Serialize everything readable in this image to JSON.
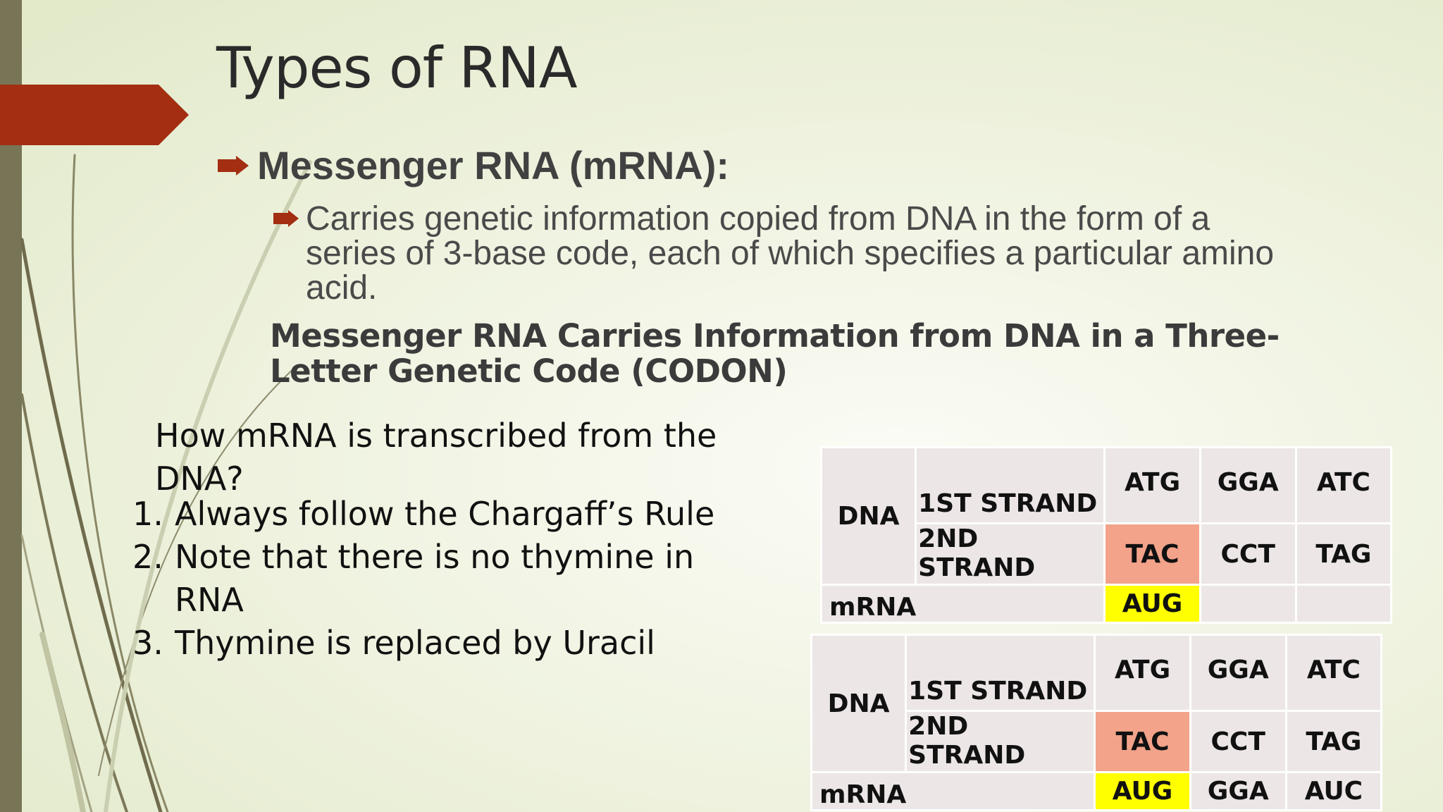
{
  "slide": {
    "title": "Types of RNA",
    "bullet1": "Messenger RNA (mRNA):",
    "bullet2": "Carries genetic information copied from DNA in the form of a series of 3-base code, each of which specifies a particular amino acid.",
    "subheading": "Messenger RNA Carries Information from DNA in a Three-Letter Genetic Code (CODON)",
    "question": "How mRNA is transcribed from the DNA?",
    "steps": [
      {
        "num": "1.",
        "text": "Always follow the Chargaff’s Rule"
      },
      {
        "num": "2.",
        "text": "Note that there is no thymine in RNA"
      },
      {
        "num": "3.",
        "text": "Thymine is replaced by Uracil"
      }
    ]
  },
  "colors": {
    "accent_red": "#a32e12",
    "sidebar": "#787556",
    "highlight_salmon": "#f2a38a",
    "highlight_yellow": "#ffff00",
    "cell_bg": "#ece6e6"
  },
  "icons": {
    "bullet": "arrow-bullet-icon",
    "banner": "red-arrow-banner"
  },
  "table1": {
    "dna_label": "DNA",
    "strand1_label": "1ST STRAND",
    "strand2_label": "2ND STRAND",
    "mrna_label": "mRNA",
    "strand1": [
      "ATG",
      "GGA",
      "ATC"
    ],
    "strand2": [
      "TAC",
      "CCT",
      "TAG"
    ],
    "mrna": [
      "AUG",
      "",
      ""
    ]
  },
  "table2": {
    "dna_label": "DNA",
    "strand1_label": "1ST STRAND",
    "strand2_label": "2ND STRAND",
    "mrna_label": "mRNA",
    "strand1": [
      "ATG",
      "GGA",
      "ATC"
    ],
    "strand2": [
      "TAC",
      "CCT",
      "TAG"
    ],
    "mrna": [
      "AUG",
      "GGA",
      "AUC"
    ]
  }
}
